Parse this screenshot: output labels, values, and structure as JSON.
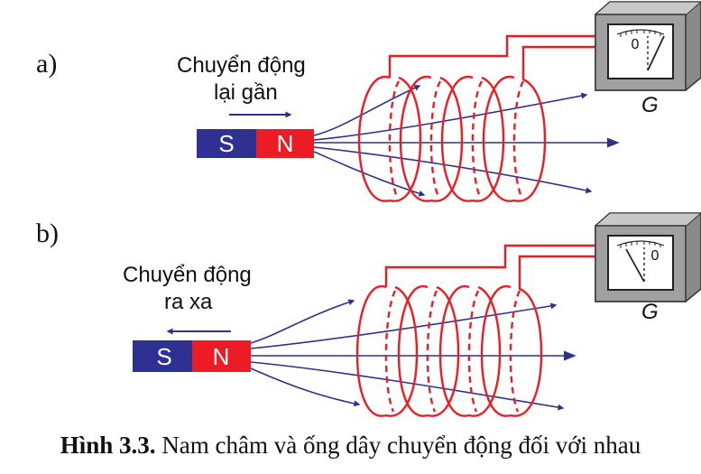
{
  "colors": {
    "south_pole": "#2e3192",
    "north_pole": "#ed1c24",
    "coil": "#ed1c24",
    "field_lines": "#2e3192",
    "meter_case": "#999999"
  },
  "panel_a": {
    "label": "a)",
    "motion_line1": "Chuyển động",
    "motion_line2": "lại gần",
    "south_label": "S",
    "north_label": "N",
    "meter_zero": "0",
    "meter_label": "G"
  },
  "panel_b": {
    "label": "b)",
    "motion_line1": "Chuyển động",
    "motion_line2": "ra xa",
    "south_label": "S",
    "north_label": "N",
    "meter_zero": "0",
    "meter_label": "G"
  },
  "caption": {
    "figure_number": "Hình 3.3.",
    "text": "Nam châm và ống dây chuyển động đối với nhau"
  }
}
